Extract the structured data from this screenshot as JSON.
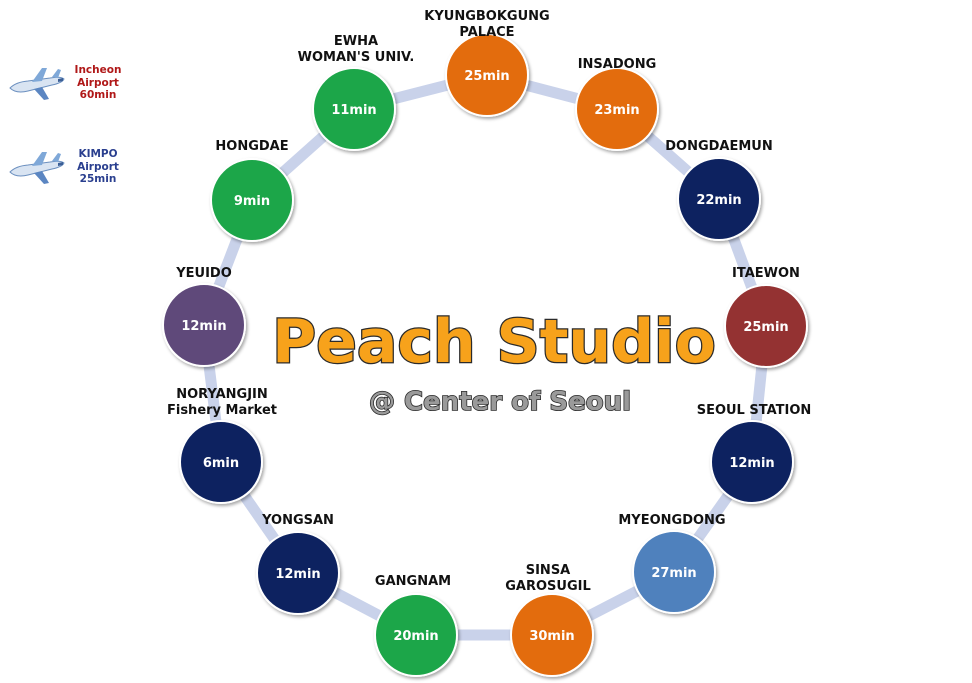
{
  "title": {
    "main": "Peach Studio",
    "sub": "@ Center of Seoul"
  },
  "airports": [
    {
      "lines": [
        "Incheon",
        "Airport",
        "60min"
      ],
      "color": "#b01818",
      "icon": "airplane-icon"
    },
    {
      "lines": [
        "KIMPO",
        "Airport",
        "25min"
      ],
      "color": "#2a3f8f",
      "icon": "airplane-icon"
    }
  ],
  "ring_color": "#c9d2ea",
  "stations": [
    {
      "label": [
        "KYUNGBOKGUNG",
        "PALACE"
      ],
      "time": "25min",
      "color": "#e36c0a"
    },
    {
      "label": [
        "INSADONG"
      ],
      "time": "23min",
      "color": "#e36c0a"
    },
    {
      "label": [
        "DONGDAEMUN"
      ],
      "time": "22min",
      "color": "#0f2461"
    },
    {
      "label": [
        "ITAEWON"
      ],
      "time": "25min",
      "color": "#943333"
    },
    {
      "label": [
        "SEOUL STATION"
      ],
      "time": "12min",
      "color": "#0f2461"
    },
    {
      "label": [
        "MYEONGDONG"
      ],
      "time": "27min",
      "color": "#4f81bd"
    },
    {
      "label": [
        "SINSA",
        "GAROSUGIL"
      ],
      "time": "30min",
      "color": "#e36c0a"
    },
    {
      "label": [
        "GANGNAM"
      ],
      "time": "20min",
      "color": "#1fa64a"
    },
    {
      "label": [
        "YONGSAN"
      ],
      "time": "12min",
      "color": "#0f2461"
    },
    {
      "label": [
        "NORYANGJIN",
        "Fishery Market"
      ],
      "time": "6min",
      "color": "#0f2461"
    },
    {
      "label": [
        "YEUIDO"
      ],
      "time": "12min",
      "color": "#5f497a"
    },
    {
      "label": [
        "HONGDAE"
      ],
      "time": "9min",
      "color": "#1fa64a"
    },
    {
      "label": [
        "EWHA",
        "WOMAN'S UNIV."
      ],
      "time": "11min",
      "color": "#1fa64a"
    }
  ]
}
